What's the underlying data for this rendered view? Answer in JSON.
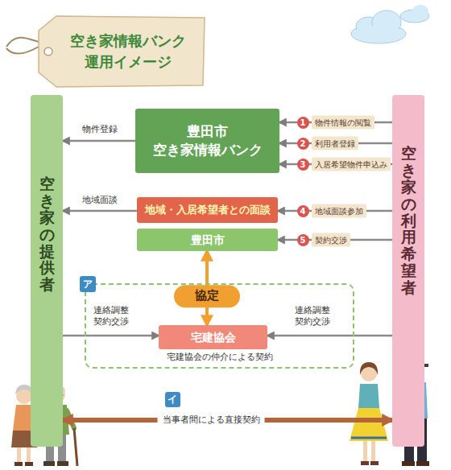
{
  "diagram": {
    "title": "空き家情報バンク 運用イメージ",
    "nodes": [
      {
        "text": [
          "空き家の提供者"
        ]
      },
      {
        "text": [
          "豊田市 空き家情報バンク"
        ]
      },
      {
        "text": [
          "地域・入居希望者との面談"
        ]
      },
      {
        "text": [
          "豊田市"
        ]
      },
      {
        "text": [
          "ア",
          "宅建協会の仲介による契約"
        ]
      },
      {
        "text": [
          "宅建協会"
        ],
        "in": 4
      },
      {
        "text": [
          "空き家の利用希望者"
        ]
      }
    ],
    "edges": [
      {
        "from": 1,
        "to": 0,
        "label": "物件登録",
        "arrow": "to"
      },
      {
        "from": 2,
        "to": 0,
        "label": "地域面談",
        "arrow": "to"
      },
      {
        "from": 6,
        "to": 1,
        "label": "物件情報の閲覧",
        "arrow": "to"
      },
      {
        "from": 6,
        "to": 1,
        "label": "利用者登録",
        "arrow": "to"
      },
      {
        "from": 6,
        "to": 1,
        "label": "入居希望物件申込み",
        "arrow": "to"
      },
      {
        "from": 6,
        "to": 2,
        "label": "地域面談参加",
        "arrow": "to"
      },
      {
        "from": 6,
        "to": 3,
        "label": "契約交渉",
        "arrow": "to"
      },
      {
        "from": 3,
        "to": 5,
        "label": "協定",
        "arrow": "both"
      },
      {
        "from": 0,
        "to": 5,
        "label": "連絡調整 契約交渉",
        "arrow": "to"
      },
      {
        "from": 6,
        "to": 5,
        "label": "連絡調整 契約交渉",
        "arrow": "to"
      },
      {
        "from": 0,
        "to": 6,
        "label": "当事者間による直接契約",
        "arrow": "both"
      }
    ],
    "labels": [
      "1",
      "2",
      "3",
      "4",
      "5",
      "イ"
    ]
  }
}
